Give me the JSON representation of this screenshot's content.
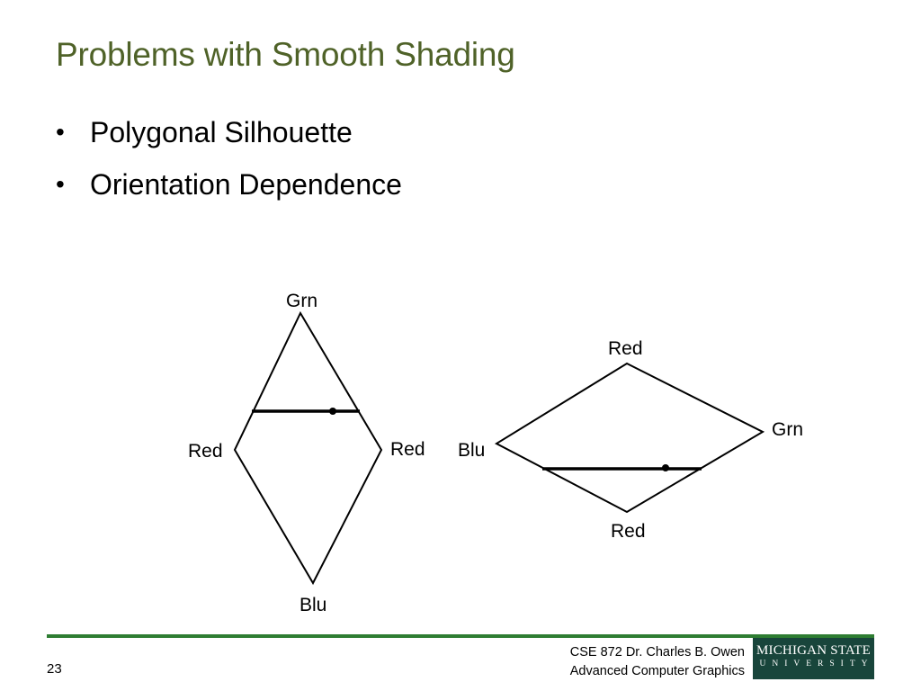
{
  "slide": {
    "title": "Problems with Smooth Shading",
    "bullets": [
      {
        "mark": "•",
        "text": "Polygonal Silhouette"
      },
      {
        "mark": "•",
        "text": "Orientation Dependence"
      }
    ]
  },
  "diagram": {
    "left_quad": {
      "top": "Grn",
      "left": "Red",
      "right": "Red",
      "bottom": "Blu"
    },
    "right_quad": {
      "top": "Red",
      "left": "Blu",
      "right": "Grn",
      "bottom": "Red"
    }
  },
  "footer": {
    "page_number": "23",
    "course_line1": "CSE 872 Dr. Charles B. Owen",
    "course_line2": "Advanced Computer Graphics",
    "logo_line1": "MICHIGAN STATE",
    "logo_line2": "UNIVERSITY"
  },
  "colors": {
    "title": "#4f6228",
    "footer_rule": "#2e7d32",
    "logo_bg": "#18453b"
  }
}
